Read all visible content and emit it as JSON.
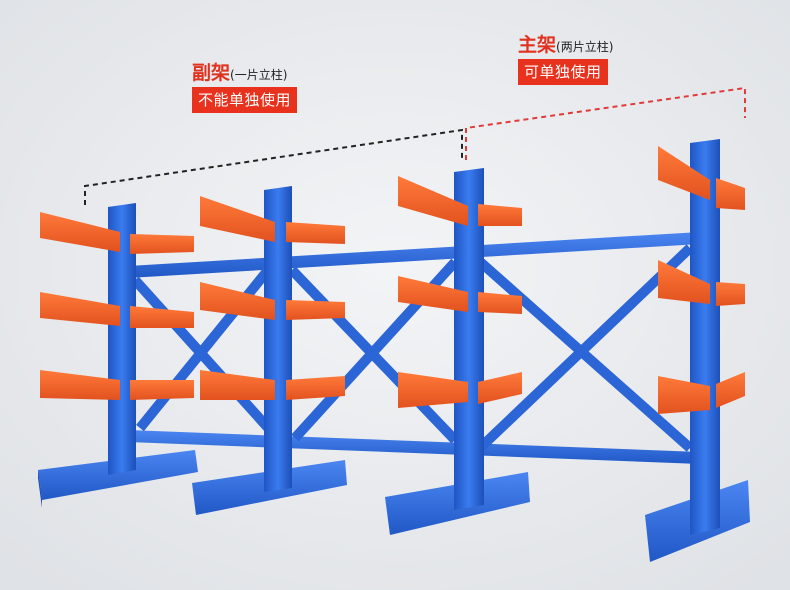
{
  "secondary_frame": {
    "title": "副架",
    "subtitle": "(一片立柱)",
    "tag": "不能单独使用"
  },
  "main_frame": {
    "title": "主架",
    "subtitle": "(两片立柱)",
    "tag": "可单独使用"
  },
  "colors": {
    "background": "#e9ebee",
    "upright_blue": "#2f6fe0",
    "arm_orange": "#f0622a",
    "tag_red": "#e8321e",
    "secondary_bracket": "#222222",
    "main_bracket": "#e03a3a"
  }
}
